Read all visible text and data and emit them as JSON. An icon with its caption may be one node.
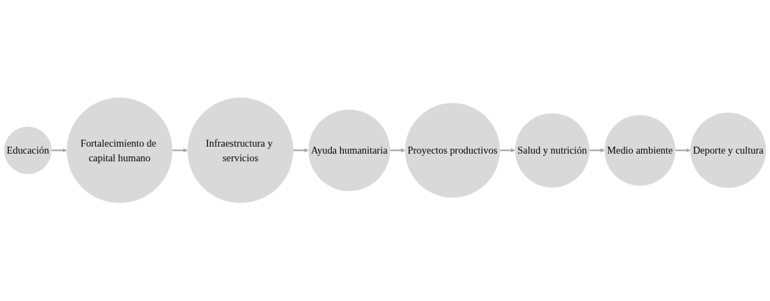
{
  "diagram": {
    "nodes": [
      {
        "text": [
          "Educación"
        ]
      },
      {
        "text": [
          "Fortalecimiento de capital humano"
        ]
      },
      {
        "text": [
          "Infraestructura y servicios"
        ]
      },
      {
        "text": [
          "Ayuda humanitaria"
        ]
      },
      {
        "text": [
          "Proyectos productivos"
        ]
      },
      {
        "text": [
          "Salud y nutrición"
        ]
      },
      {
        "text": [
          "Medio ambiente"
        ]
      },
      {
        "text": [
          "Deporte y cultura"
        ]
      }
    ],
    "edges": [
      {
        "from": 0,
        "to": 1,
        "arrow": "to"
      },
      {
        "from": 1,
        "to": 2,
        "arrow": "to"
      },
      {
        "from": 2,
        "to": 3,
        "arrow": "to"
      },
      {
        "from": 3,
        "to": 4,
        "arrow": "to"
      },
      {
        "from": 4,
        "to": 5,
        "arrow": "to"
      },
      {
        "from": 5,
        "to": 6,
        "arrow": "to"
      },
      {
        "from": 6,
        "to": 7,
        "arrow": "to"
      }
    ]
  }
}
